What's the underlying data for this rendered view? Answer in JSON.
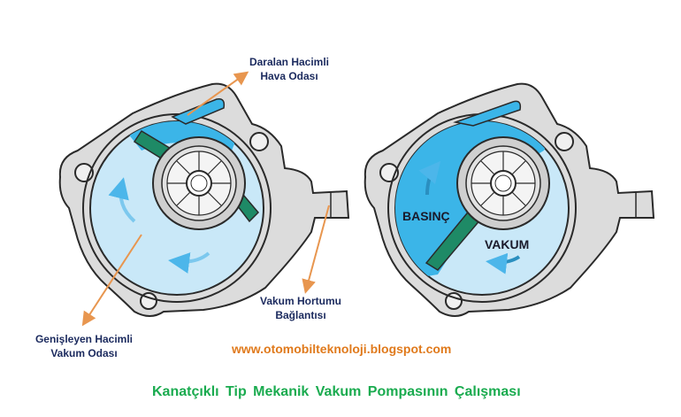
{
  "labels": {
    "narrowing_chamber": [
      "Daralan Hacimli",
      "Hava Odası"
    ],
    "expanding_chamber": [
      "Genişleyen Hacimli",
      "Vakum Odası"
    ],
    "hose_connection": [
      "Vakum Hortumu",
      "Bağlantısı"
    ],
    "pressure": "BASINÇ",
    "vacuum": "VAKUM"
  },
  "website": "www.otomobilteknoloji.blogspot.com",
  "title": "Kanatçıklı Tip  Mekanik Vakum Pompasının Çalışması",
  "colors": {
    "housing": "#d9d9d9",
    "chamber_light": "#c9e8f8",
    "chamber_dark": "#3bb5e8",
    "vane": "#1e8a66",
    "arrow_orange": "#e8964f",
    "label_navy": "#1b2a5e",
    "url_orange": "#e07a1c",
    "title_green": "#1aab4f"
  }
}
